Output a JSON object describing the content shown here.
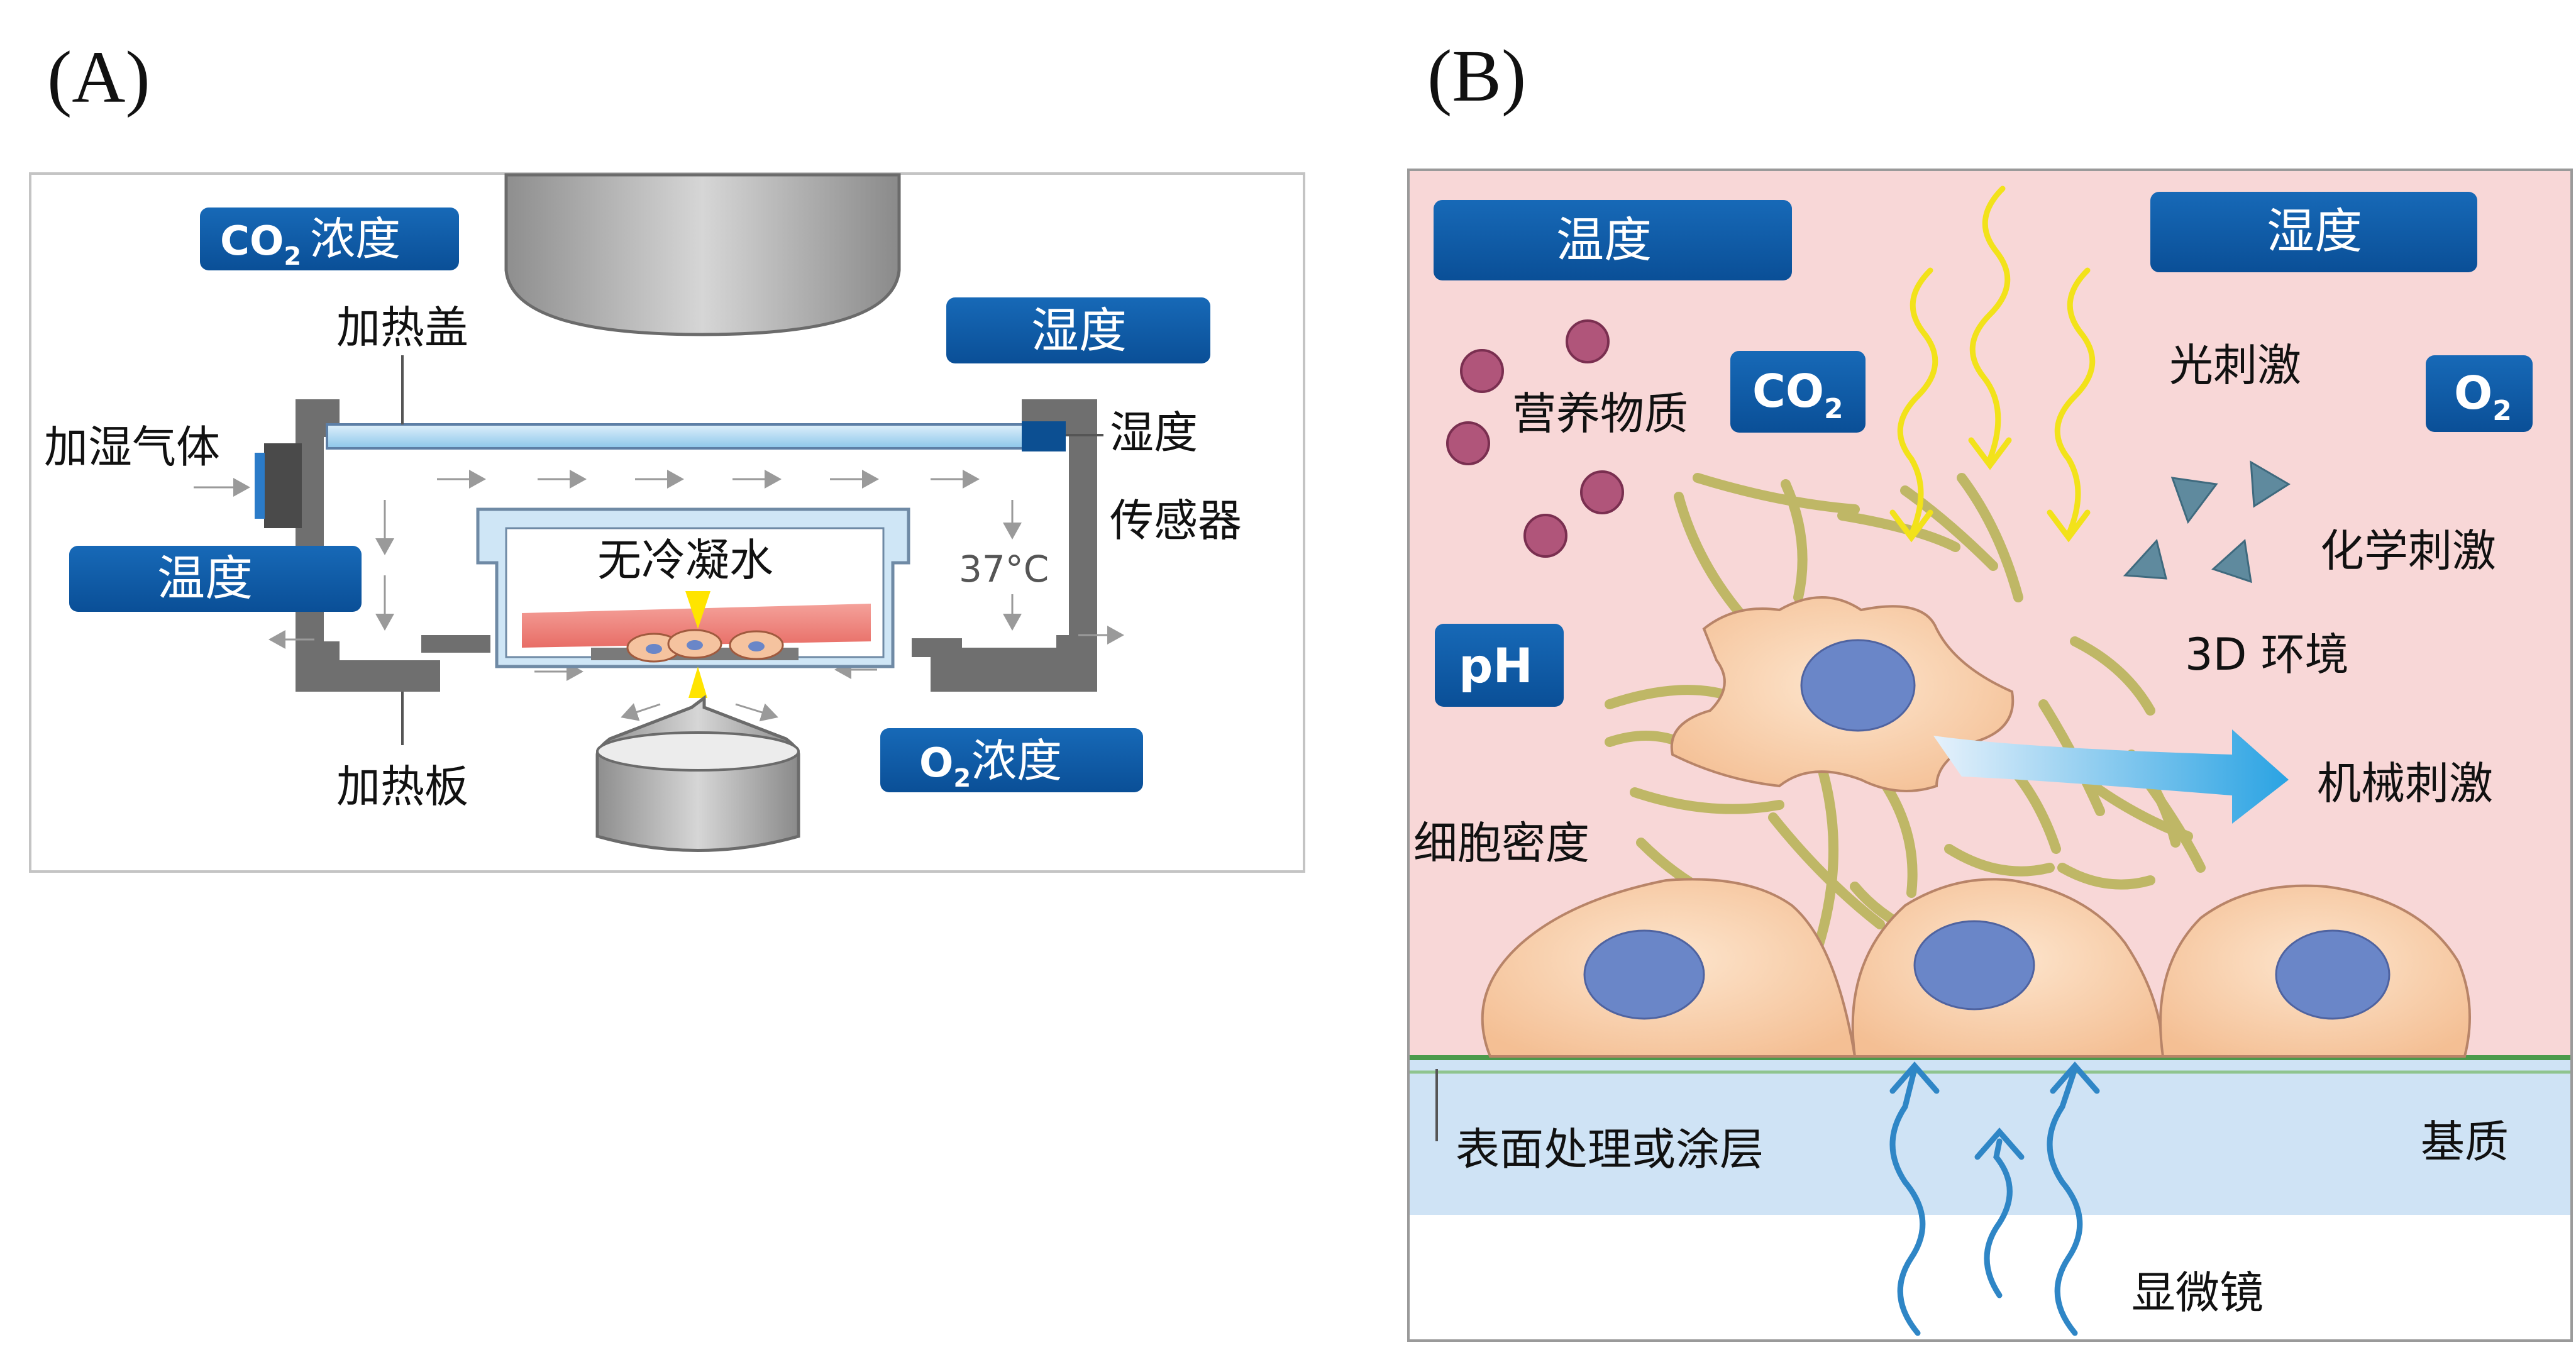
{
  "panel_a": {
    "label": "(A)",
    "badges": {
      "co2_main": "CO",
      "co2_sub": "2",
      "co2_suffix": "浓度",
      "humidity": "湿度",
      "temperature": "温度",
      "o2_main": "O",
      "o2_sub": "2",
      "o2_suffix": "浓度"
    },
    "labels": {
      "heated_lid": "加热盖",
      "humidified_gas": "加湿气体",
      "humidity_sensor_1": "湿度",
      "humidity_sensor_2": "传感器",
      "no_condensation": "无冷凝水",
      "temp_value": "37°C",
      "heating_plate": "加热板"
    }
  },
  "panel_b": {
    "label": "(B)",
    "badges": {
      "temperature": "温度",
      "humidity": "湿度",
      "co2_main": "CO",
      "co2_sub": "2",
      "o2_main": "O",
      "o2_sub": "2",
      "ph": "pH"
    },
    "labels": {
      "nutrients": "营养物质",
      "light_stimulus": "光刺激",
      "chemical_stimulus": "化学刺激",
      "environment_3d": "3D  环境",
      "mechanical_stimulus": "机械刺激",
      "cell_density": "细胞密度",
      "surface_treatment": "表面处理或涂层",
      "substrate": "基质",
      "microscope": "显微镜"
    }
  },
  "colors": {
    "badge_blue": "#0c5aa6",
    "cell_fill": "#f7c9a0",
    "nucleus": "#6a86c8",
    "fiber": "#b9b45a",
    "light_wave": "#f2e21a",
    "micro_wave": "#2f86c6",
    "panel_b_bg": "#f8d7d7",
    "substrate_band": "#cfe3f5",
    "arrow_blue": "#2aa3e3"
  }
}
